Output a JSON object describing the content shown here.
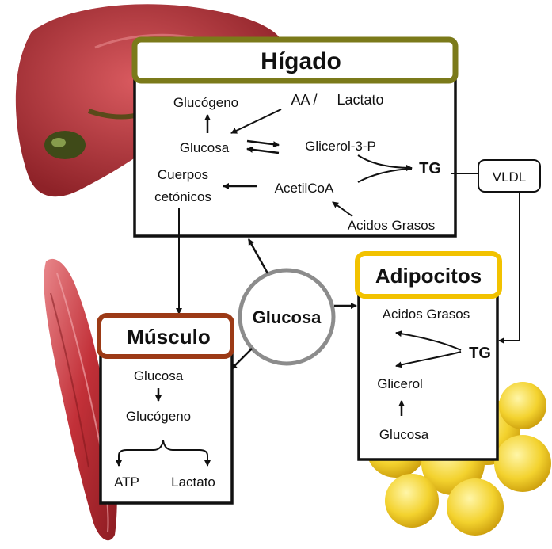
{
  "liver": {
    "title": "Hígado",
    "glucogeno": "Glucógeno",
    "aa": "AA /",
    "lactato": "Lactato",
    "glucosa": "Glucosa",
    "glicerol3p": "Glicerol-3-P",
    "tg": "TG",
    "cuerpos": "Cuerpos",
    "cetonicos": "cetónicos",
    "acetilcoa": "AcetilCoA",
    "acidos_grasos": "Acidos Grasos"
  },
  "vldl": "VLDL",
  "center": {
    "glucosa": "Glucosa"
  },
  "muscle": {
    "title": "Músculo",
    "glucosa": "Glucosa",
    "glucogeno": "Glucógeno",
    "atp": "ATP",
    "lactato": "Lactato"
  },
  "adipo": {
    "title": "Adipocitos",
    "acidos_grasos": "Acidos Grasos",
    "tg": "TG",
    "glicerol": "Glicerol",
    "glucosa": "Glucosa"
  },
  "colors": {
    "liver_frame": "#7b7a1a",
    "muscle_frame": "#9c3a16",
    "adipo_frame": "#f2c200",
    "glucose_circle": "#8c8c8c",
    "liver_organ": "#b83a40",
    "muscle_organ": "#c9363c",
    "fat_cells": "#f4d53a"
  }
}
